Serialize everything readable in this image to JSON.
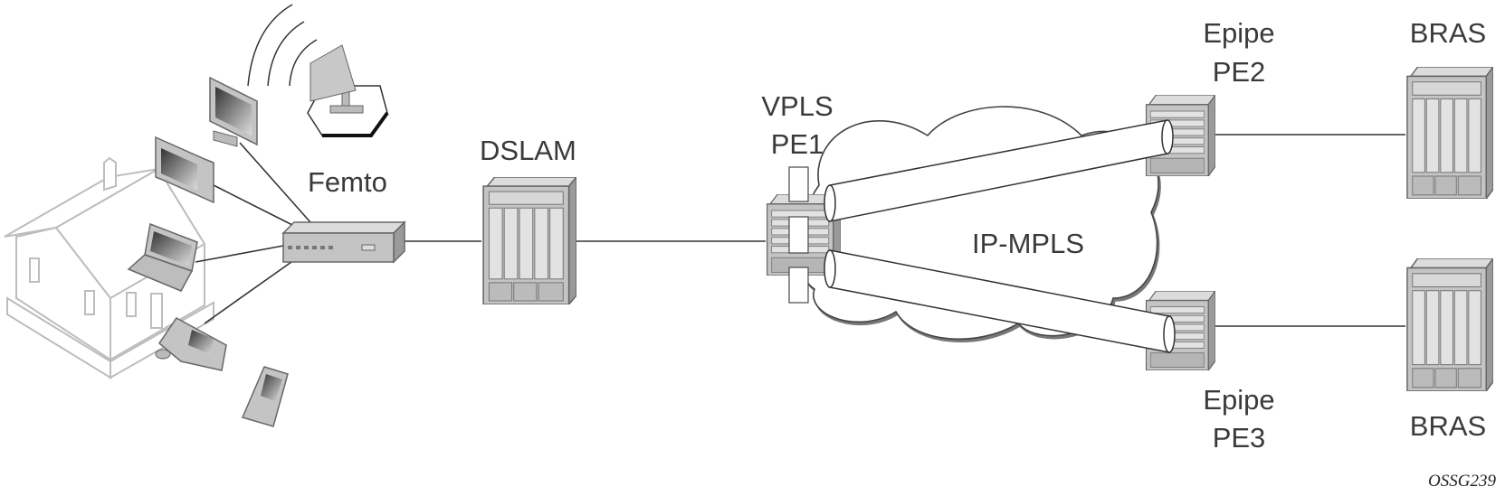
{
  "labels": {
    "femto": "Femto",
    "dslam": "DSLAM",
    "pe1_line1": "VPLS",
    "pe1_line2": "PE1",
    "cloud": "IP-MPLS",
    "pe2_line1": "Epipe",
    "pe2_line2": "PE2",
    "pe3_line1": "Epipe",
    "pe3_line2": "PE3",
    "bras_top": "BRAS",
    "bras_bottom": "BRAS",
    "figure_id": "OSSG239"
  },
  "colors": {
    "device_gray": "#c4c4c4",
    "device_stroke": "#666666",
    "house_outline": "#bdbdbd",
    "link": "#333333"
  },
  "icons": [
    "house-icon",
    "monitor-icon",
    "laptop-icon",
    "desk-phone-icon",
    "mobile-phone-icon",
    "satellite-dish-icon",
    "femto-box-icon",
    "rack-icon",
    "router-icon",
    "cloud-icon",
    "tunnel-icon"
  ]
}
